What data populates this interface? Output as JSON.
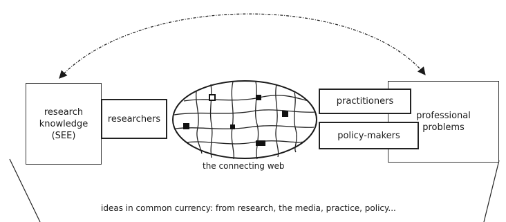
{
  "diagram": {
    "research_knowledge": "research\nknowledge\n(SEE)",
    "researchers": "researchers",
    "practitioners": "practitioners",
    "policy_makers": "policy-makers",
    "professional_problems": "professional\nproblems",
    "connecting_web": "the connecting web",
    "common_currency": "ideas in common currency: from research, the media, practice, policy..."
  }
}
